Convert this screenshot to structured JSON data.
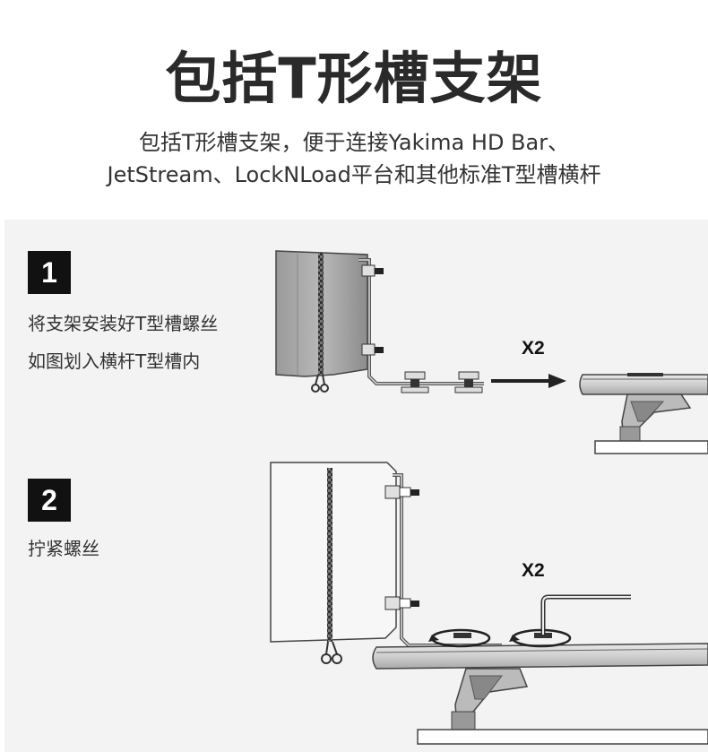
{
  "title": "包括T形槽支架",
  "subtitle_line1": "包括T形槽支架，便于连接Yakima HD Bar、",
  "subtitle_line2": "JetStream、LockNLoad平台和其他标准T型槽横杆",
  "steps": [
    {
      "number": "1",
      "line1": "将支架安装好T型槽螺丝",
      "line2": "如图划入横杆T型槽内",
      "multiplier": "X2"
    },
    {
      "number": "2",
      "line1": "拧紧螺丝",
      "multiplier": "X2"
    }
  ]
}
